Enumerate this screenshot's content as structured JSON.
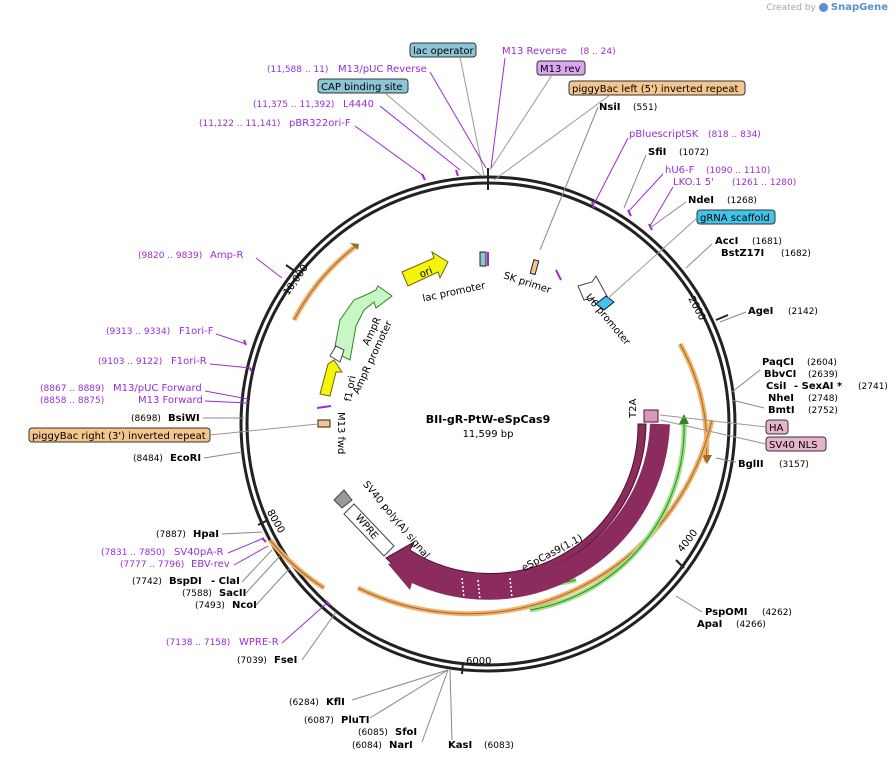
{
  "brand": {
    "created_by": "Created by",
    "product": "SnapGene"
  },
  "plasmid": {
    "name": "BII-gR-PtW-eSpCas9",
    "size": "11,599 bp"
  },
  "ticks": [
    "2000",
    "4000",
    "6000",
    "8000",
    "10,000"
  ],
  "colors": {
    "primer": "#9a2dd4",
    "cas9": "#8b2b5e",
    "orange_box": "#f5c58e",
    "blue_box": "#8cc5d4",
    "purple_box": "#d9a6f0",
    "pink_box": "#e6b3cc",
    "cyan_box": "#40c4e8",
    "ori": "#f4f40c",
    "ampr": "#c8f7c5"
  },
  "top_features": {
    "lac_operator": "lac operator",
    "cap_site": "CAP binding site",
    "m13_rev_box": "M13 rev",
    "piggybac_left": "piggyBac left (5') inverted repeat",
    "grna_scaffold": "gRNA scaffold",
    "ha": "HA",
    "sv40_nls": "SV40 NLS",
    "piggybac_right": "piggyBac right (3') inverted repeat"
  },
  "primers": [
    {
      "name": "M13 Reverse",
      "range": "(8 .. 24)"
    },
    {
      "name": "M13/pUC Reverse",
      "range": "(11,588 .. 11)"
    },
    {
      "name": "L4440",
      "range": "(11,375 .. 11,392)"
    },
    {
      "name": "pBR322ori-F",
      "range": "(11,122 .. 11,141)"
    },
    {
      "name": "pBluescriptSK",
      "range": "(818 .. 834)"
    },
    {
      "name": "hU6-F",
      "range": "(1090 .. 1110)"
    },
    {
      "name": "LKO.1 5'",
      "range": "(1261 .. 1280)"
    },
    {
      "name": "Amp-R",
      "range": "(9820 .. 9839)"
    },
    {
      "name": "F1ori-F",
      "range": "(9313 .. 9334)"
    },
    {
      "name": "F1ori-R",
      "range": "(9103 .. 9122)"
    },
    {
      "name": "M13/pUC Forward",
      "range": "(8867 .. 8889)"
    },
    {
      "name": "M13 Forward",
      "range": "(8858 .. 8875)"
    },
    {
      "name": "SV40pA-R",
      "range": "(7831 .. 7850)"
    },
    {
      "name": "EBV-rev",
      "range": "(7777 .. 7796)"
    },
    {
      "name": "WPRE-R",
      "range": "(7138 .. 7158)"
    }
  ],
  "sites": [
    {
      "name": "NsiI",
      "pos": "(551)"
    },
    {
      "name": "SfiI",
      "pos": "(1072)"
    },
    {
      "name": "NdeI",
      "pos": "(1268)"
    },
    {
      "name": "AccI",
      "pos": "(1681)"
    },
    {
      "name": "BstZ17I",
      "pos": "(1682)"
    },
    {
      "name": "AgeI",
      "pos": "(2142)"
    },
    {
      "name": "PaqCI",
      "pos": "(2604)"
    },
    {
      "name": "BbvCI",
      "pos": "(2639)"
    },
    {
      "name": "CsiI",
      "pos": ""
    },
    {
      "name": "- SexAI *",
      "pos": "(2741)"
    },
    {
      "name": "NheI",
      "pos": "(2748)"
    },
    {
      "name": "BmtI",
      "pos": "(2752)"
    },
    {
      "name": "BglII",
      "pos": "(3157)"
    },
    {
      "name": "PspOMI",
      "pos": "(4262)"
    },
    {
      "name": "ApaI",
      "pos": "(4266)"
    },
    {
      "name": "KasI",
      "pos": "(6083)"
    },
    {
      "name": "NarI",
      "pos": "(6084)"
    },
    {
      "name": "SfoI",
      "pos": "(6085)"
    },
    {
      "name": "PluTI",
      "pos": "(6087)"
    },
    {
      "name": "KflI",
      "pos": "(6284)"
    },
    {
      "name": "FseI",
      "pos": "(7039)"
    },
    {
      "name": "NcoI",
      "pos": "(7493)"
    },
    {
      "name": "SacII",
      "pos": "(7588)"
    },
    {
      "name": "BspDI",
      "pos": "(7742)"
    },
    {
      "name": "- ClaI",
      "pos": ""
    },
    {
      "name": "HpaI",
      "pos": "(7887)"
    },
    {
      "name": "EcoRI",
      "pos": "(8484)"
    },
    {
      "name": "BsiWI",
      "pos": "(8698)"
    }
  ],
  "inner_labels": {
    "ori": "ori",
    "lac_promoter": "lac promoter",
    "sk_primer": "SK primer",
    "u6_promoter": "U6 promoter",
    "ampr": "AmpR",
    "ampr_promoter": "AmpR promoter",
    "f1_ori": "f1 ori",
    "m13_fwd": "M13 fwd",
    "t2a": "T2A",
    "sv40_polya": "SV40 poly(A) signal",
    "wpre": "WPRE",
    "escas9": "eSpCas9(1.1)"
  }
}
